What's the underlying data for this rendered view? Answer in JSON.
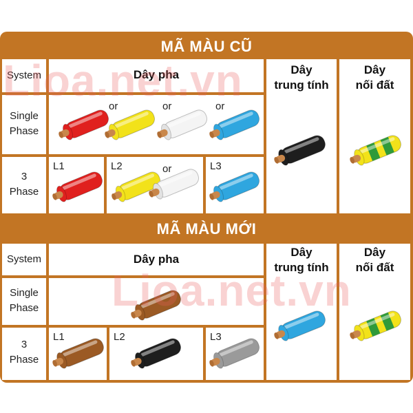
{
  "old_section": {
    "title": "MÃ MÀU CŨ",
    "system_label": "System",
    "phase_header": "Dây pha",
    "neutral_header": [
      "Dây",
      "trung tính"
    ],
    "earth_header": [
      "Dây",
      "nối đất"
    ],
    "single_phase_label": [
      "Single",
      "Phase"
    ],
    "three_phase_label": [
      "3",
      "Phase"
    ],
    "or_label": "or",
    "l1": "L1",
    "l2": "L2",
    "l3": "L3"
  },
  "new_section": {
    "title": "MÃ MÀU MỚI",
    "system_label": "System",
    "phase_header": "Dây pha",
    "neutral_header": [
      "Dây",
      "trung tính"
    ],
    "earth_header": [
      "Dây",
      "nối đất"
    ],
    "single_phase_label": [
      "Single",
      "Phase"
    ],
    "three_phase_label": [
      "3",
      "Phase"
    ],
    "l1": "L1",
    "l2": "L2",
    "l3": "L3"
  },
  "watermark": "Lioa.net.vn",
  "colors": {
    "frame": "#c27524",
    "red": "#e0201e",
    "yellow": "#f2e21a",
    "white": "#f4f4f4",
    "blue": "#2fa6df",
    "black": "#1e1e1e",
    "brown": "#9b5a24",
    "grey": "#9a9a9a",
    "copper": "#c9874b"
  }
}
